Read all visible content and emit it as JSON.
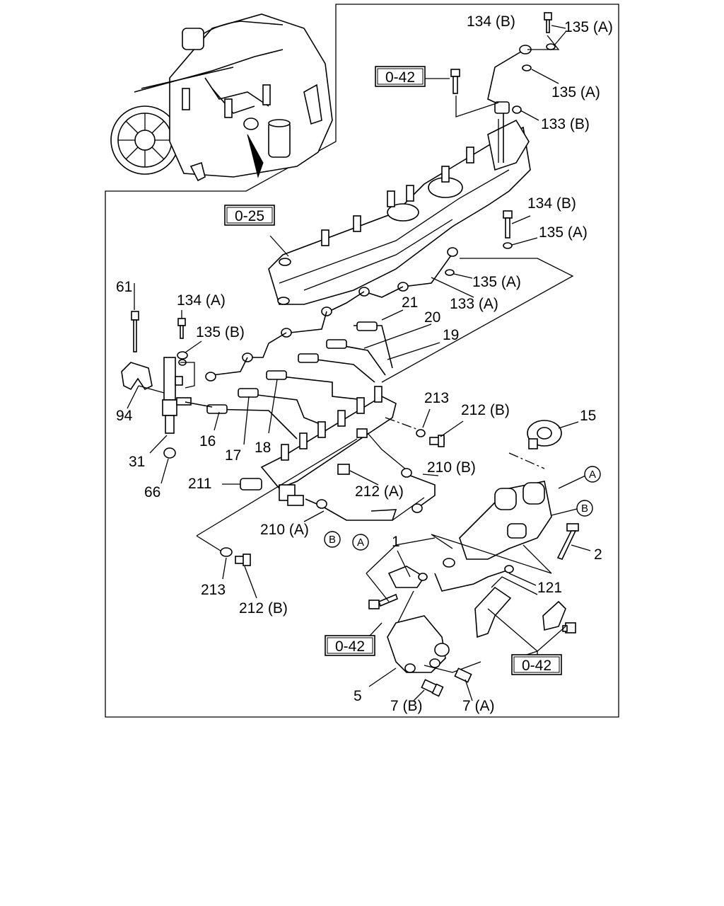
{
  "callouts": {
    "c134b_top": "134 (B)",
    "c135a_top": "135 (A)",
    "c135a_2": "135 (A)",
    "c133b": "133 (B)",
    "c134b_mid": "134 (B)",
    "c135a_mid": "135 (A)",
    "c135a_low": "135 (A)",
    "c133a": "133 (A)",
    "c61": "61",
    "c134a": "134 (A)",
    "c135b": "135 (B)",
    "c21": "21",
    "c20": "20",
    "c19": "19",
    "c94": "94",
    "c16": "16",
    "c17": "17",
    "c18": "18",
    "c31": "31",
    "c66": "66",
    "c213_top": "213",
    "c212b_top": "212 (B)",
    "c15": "15",
    "c210b": "210 (B)",
    "c211": "211",
    "c212a": "212 (A)",
    "c210a": "210 (A)",
    "c1": "1",
    "c2": "2",
    "c121": "121",
    "c213_bot": "213",
    "c212b_bot": "212 (B)",
    "c5": "5",
    "c7b": "7 (B)",
    "c7a": "7 (A)"
  },
  "refs": {
    "r042_top": "0-42",
    "r025": "0-25",
    "r042_left": "0-42",
    "r042_right": "0-42"
  },
  "markers": {
    "a_right": "A",
    "b_right": "B",
    "a_bottom": "A",
    "b_bottom": "B"
  }
}
